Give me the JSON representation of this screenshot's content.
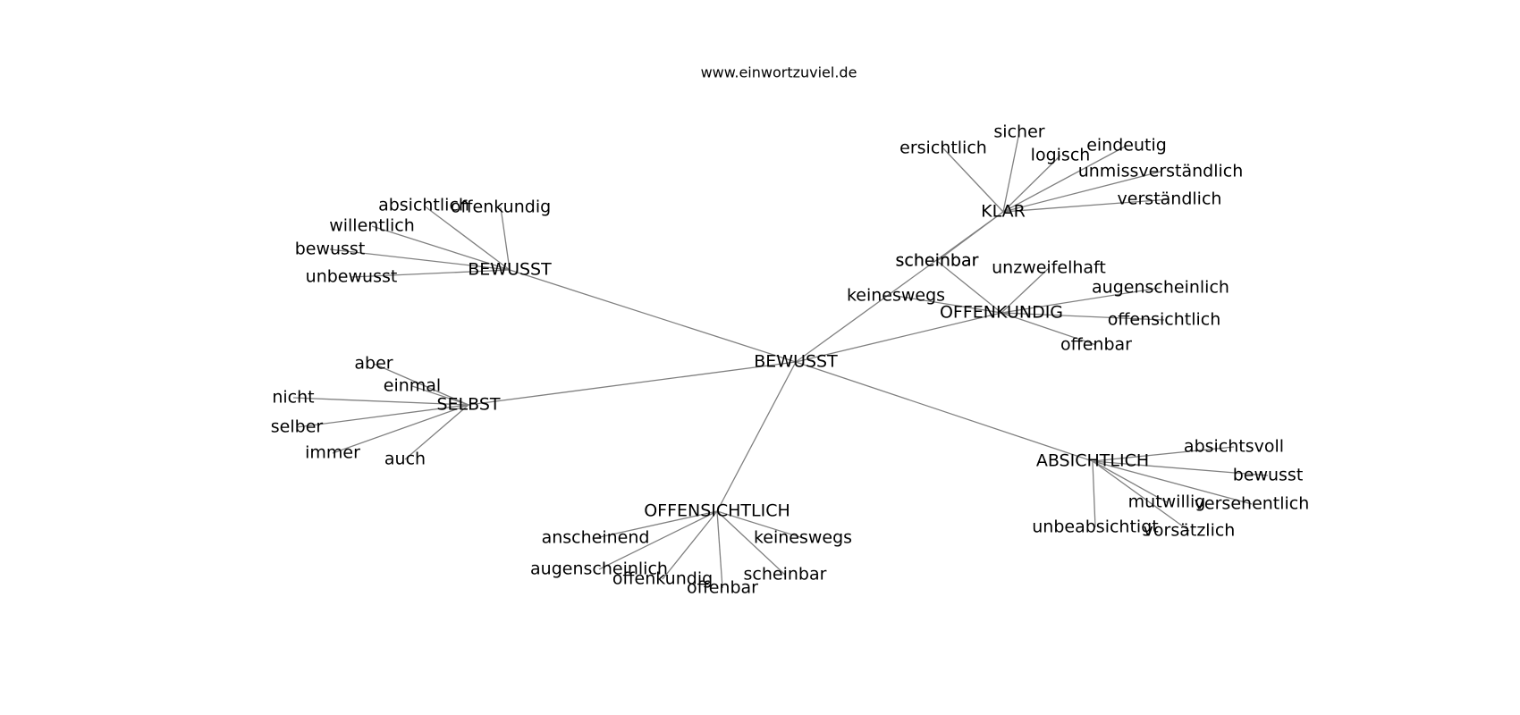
{
  "title": "www.einwortzuviel.de",
  "graph": {
    "nodes": [
      {
        "id": "root",
        "label": "BEWUSST"
      },
      {
        "id": "klar",
        "label": "KLAR"
      },
      {
        "id": "k1",
        "label": "ersichtlich"
      },
      {
        "id": "k2",
        "label": "sicher"
      },
      {
        "id": "k3",
        "label": "logisch"
      },
      {
        "id": "k4",
        "label": "eindeutig"
      },
      {
        "id": "k5",
        "label": "unmissverständlich"
      },
      {
        "id": "k6",
        "label": "verständlich"
      },
      {
        "id": "k7",
        "label": "scheinbar"
      },
      {
        "id": "bew2",
        "label": "BEWUSST"
      },
      {
        "id": "b1",
        "label": "absichtlich"
      },
      {
        "id": "b2",
        "label": "offenkundig"
      },
      {
        "id": "b3",
        "label": "willentlich"
      },
      {
        "id": "b4",
        "label": "bewusst"
      },
      {
        "id": "b5",
        "label": "unbewusst"
      },
      {
        "id": "offk",
        "label": "OFFENKUNDIG"
      },
      {
        "id": "o1",
        "label": "unzweifelhaft"
      },
      {
        "id": "o2",
        "label": "augenscheinlich"
      },
      {
        "id": "o3",
        "label": "offensichtlich"
      },
      {
        "id": "o4",
        "label": "offenbar"
      },
      {
        "id": "o5",
        "label": "keineswegs"
      },
      {
        "id": "o6",
        "label": "scheinbar"
      },
      {
        "id": "selbst",
        "label": "SELBST"
      },
      {
        "id": "s1",
        "label": "aber"
      },
      {
        "id": "s2",
        "label": "einmal"
      },
      {
        "id": "s3",
        "label": "nicht"
      },
      {
        "id": "s4",
        "label": "selber"
      },
      {
        "id": "s5",
        "label": "immer"
      },
      {
        "id": "s6",
        "label": "auch"
      },
      {
        "id": "absi",
        "label": "ABSICHTLICH"
      },
      {
        "id": "a1",
        "label": "absichtsvoll"
      },
      {
        "id": "a2",
        "label": "bewusst"
      },
      {
        "id": "a3",
        "label": "mutwillig"
      },
      {
        "id": "a4",
        "label": "versehentlich"
      },
      {
        "id": "a5",
        "label": "unbeabsichtigt"
      },
      {
        "id": "a6",
        "label": "vorsätzlich"
      },
      {
        "id": "offs",
        "label": "OFFENSICHTLICH"
      },
      {
        "id": "f1",
        "label": "anscheinend"
      },
      {
        "id": "f2",
        "label": "keineswegs"
      },
      {
        "id": "f3",
        "label": "augenscheinlich"
      },
      {
        "id": "f4",
        "label": "offenkundig"
      },
      {
        "id": "f5",
        "label": "offenbar"
      },
      {
        "id": "f6",
        "label": "scheinbar"
      }
    ],
    "edges": [
      [
        "root",
        "klar"
      ],
      [
        "root",
        "bew2"
      ],
      [
        "root",
        "offk"
      ],
      [
        "root",
        "selbst"
      ],
      [
        "root",
        "absi"
      ],
      [
        "root",
        "offs"
      ],
      [
        "klar",
        "k1"
      ],
      [
        "klar",
        "k2"
      ],
      [
        "klar",
        "k3"
      ],
      [
        "klar",
        "k4"
      ],
      [
        "klar",
        "k5"
      ],
      [
        "klar",
        "k6"
      ],
      [
        "klar",
        "k7"
      ],
      [
        "bew2",
        "b1"
      ],
      [
        "bew2",
        "b2"
      ],
      [
        "bew2",
        "b3"
      ],
      [
        "bew2",
        "b4"
      ],
      [
        "bew2",
        "b5"
      ],
      [
        "offk",
        "o1"
      ],
      [
        "offk",
        "o2"
      ],
      [
        "offk",
        "o3"
      ],
      [
        "offk",
        "o4"
      ],
      [
        "offk",
        "o5"
      ],
      [
        "offk",
        "o6"
      ],
      [
        "selbst",
        "s1"
      ],
      [
        "selbst",
        "s2"
      ],
      [
        "selbst",
        "s3"
      ],
      [
        "selbst",
        "s4"
      ],
      [
        "selbst",
        "s5"
      ],
      [
        "selbst",
        "s6"
      ],
      [
        "absi",
        "a1"
      ],
      [
        "absi",
        "a2"
      ],
      [
        "absi",
        "a3"
      ],
      [
        "absi",
        "a4"
      ],
      [
        "absi",
        "a5"
      ],
      [
        "absi",
        "a6"
      ],
      [
        "offs",
        "f1"
      ],
      [
        "offs",
        "f2"
      ],
      [
        "offs",
        "f3"
      ],
      [
        "offs",
        "f4"
      ],
      [
        "offs",
        "f5"
      ],
      [
        "offs",
        "f6"
      ]
    ],
    "edge_color": "#808080"
  }
}
